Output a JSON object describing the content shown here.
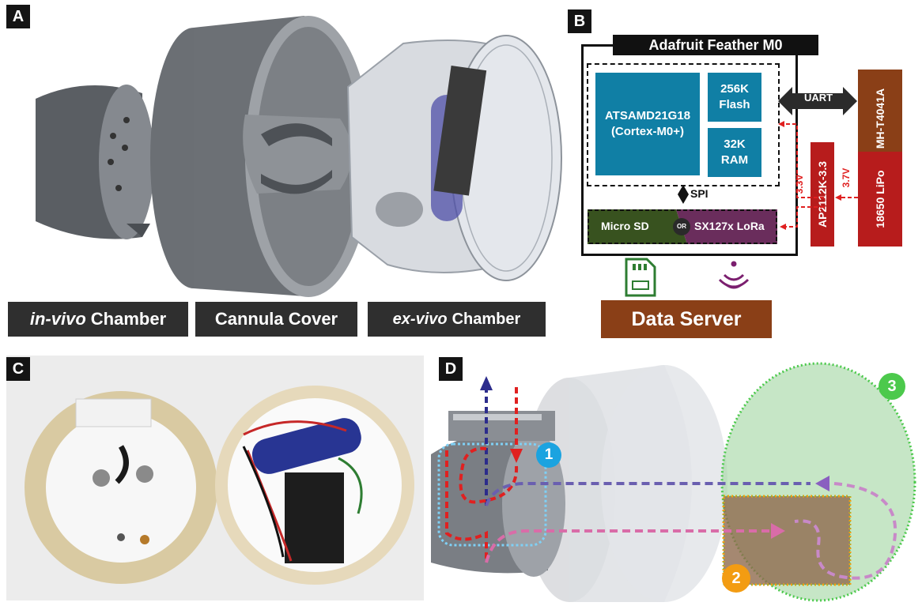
{
  "panels": {
    "a": {
      "tag": "A",
      "labels": {
        "invivo_prefix": "in-vivo",
        "invivo_suffix": "Chamber",
        "cannula": "Cannula Cover",
        "exvivo_prefix": "ex-vivo",
        "exvivo_suffix": "Chamber"
      }
    },
    "b": {
      "tag": "B",
      "board_title": "Adafruit Feather M0",
      "mcu_line1": "ATSAMD21G18",
      "mcu_line2": "(Cortex-M0+)",
      "flash_line1": "256K",
      "flash_line2": "Flash",
      "ram_line1": "32K",
      "ram_line2": "RAM",
      "uart": "UART",
      "gps": "MH-T4041A",
      "regulator": "AP2112K-3.3",
      "battery": "18650 LiPo",
      "v33": "3.3V",
      "v37": "3.7V",
      "spi": "SPI",
      "micro_sd": "Micro SD",
      "or": "OR",
      "lora": "SX127x LoRa",
      "data_server": "Data Server"
    },
    "c": {
      "tag": "C"
    },
    "d": {
      "tag": "D",
      "badges": [
        "1",
        "2",
        "3"
      ]
    }
  },
  "colors": {
    "teal": "#107fa5",
    "red": "#b71c1c",
    "brown": "#8a3f17",
    "green_dark": "#38521f",
    "purple_dark": "#6a2d5c",
    "navy_arrow": "#2c2c8c",
    "red_arrow": "#e02020",
    "pink_arrow": "#d96ca8",
    "violet_arrow": "#8a5fc0",
    "badge_blue": "#1ba3e0",
    "badge_orange": "#f39c12",
    "badge_green": "#4cc94c"
  }
}
